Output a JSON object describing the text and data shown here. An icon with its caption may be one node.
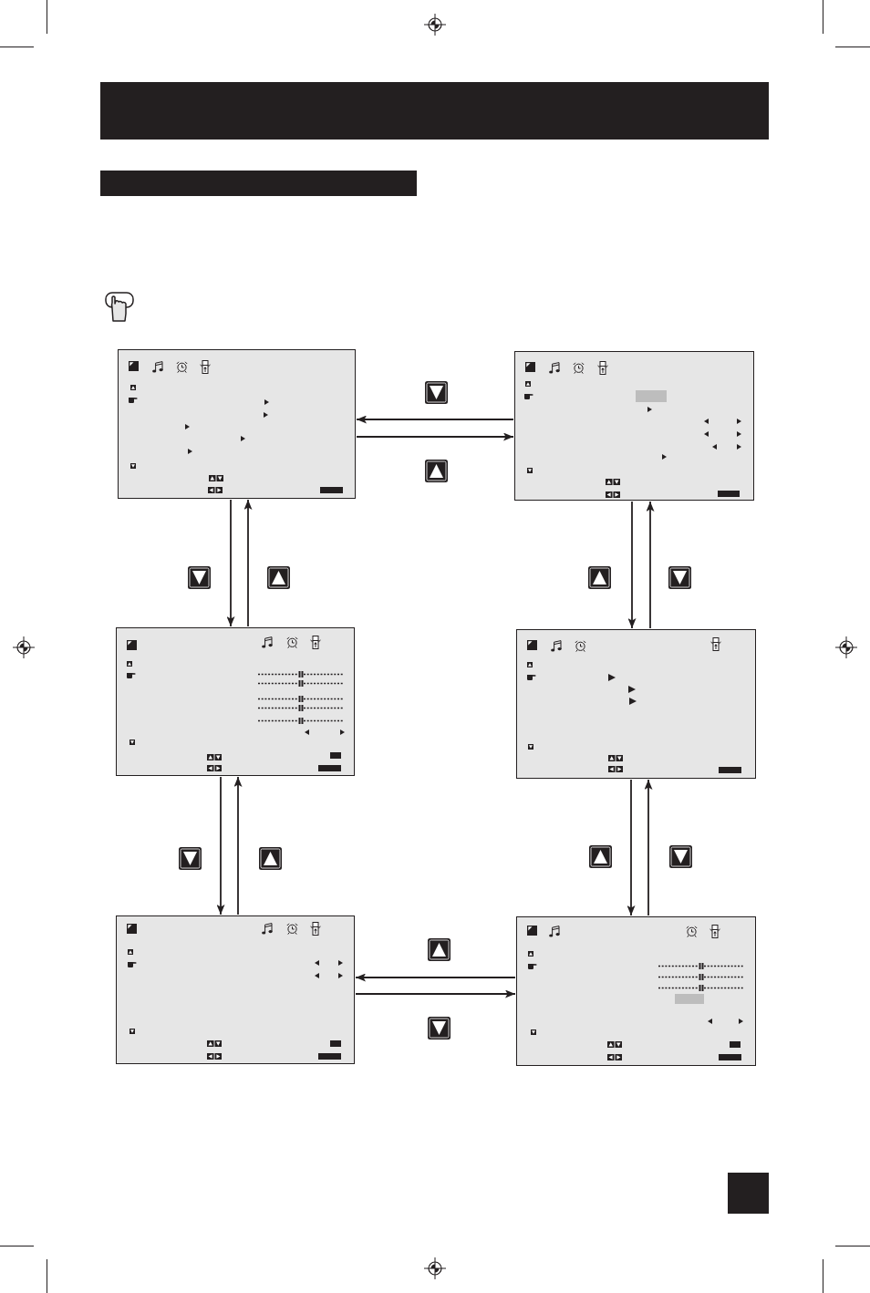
{
  "diagram": {
    "nodes": [
      {
        "text": [],
        "shape": "bar"
      },
      {
        "text": [],
        "shape": "bar"
      },
      {
        "text": [],
        "shape": "picture"
      },
      {
        "text": [],
        "shape": "picture"
      },
      {
        "text": [],
        "shape": "picture"
      },
      {
        "text": [],
        "shape": "picture"
      },
      {
        "text": [],
        "shape": "picture"
      },
      {
        "text": [],
        "shape": "picture"
      },
      {
        "text": [],
        "shape": "box"
      }
    ],
    "edges": [
      {
        "from": 3,
        "to": 2,
        "arrow": "to"
      },
      {
        "from": 2,
        "to": 3,
        "arrow": "to"
      },
      {
        "from": 2,
        "to": 4,
        "arrow": "to"
      },
      {
        "from": 4,
        "to": 2,
        "arrow": "to"
      },
      {
        "from": 3,
        "to": 5,
        "arrow": "to"
      },
      {
        "from": 5,
        "to": 3,
        "arrow": "to"
      },
      {
        "from": 4,
        "to": 6,
        "arrow": "to"
      },
      {
        "from": 6,
        "to": 4,
        "arrow": "to"
      },
      {
        "from": 5,
        "to": 7,
        "arrow": "to"
      },
      {
        "from": 7,
        "to": 5,
        "arrow": "to"
      },
      {
        "from": 7,
        "to": 6,
        "arrow": "to"
      },
      {
        "from": 6,
        "to": 7,
        "arrow": "to"
      }
    ]
  }
}
